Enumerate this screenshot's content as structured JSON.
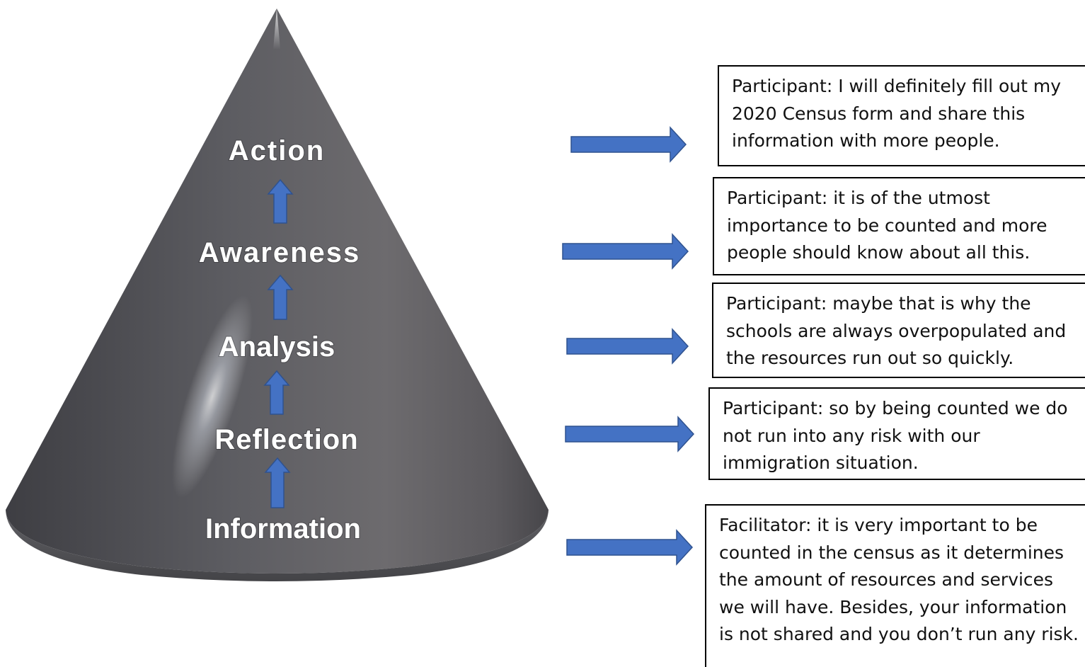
{
  "stages": [
    {
      "label": "Action"
    },
    {
      "label": "Awareness"
    },
    {
      "label": "Analysis"
    },
    {
      "label": "Reflection"
    },
    {
      "label": "Information"
    }
  ],
  "quotes": [
    {
      "text": "Participant: I will definitely fill out my 2020 Census form and share this information with more people."
    },
    {
      "text": "Participant: it is of the utmost importance to be counted and more people should know about all this."
    },
    {
      "text": "Participant: maybe that is why the schools are always overpopulated and the resources run out so quickly."
    },
    {
      "text": "Participant: so by being counted we do not run into any risk with our immigration situation."
    },
    {
      "text": "Facilitator: it is very important to be counted in the census as it determines the amount of resources and services we will have. Besides, your information is not shared and you don’t run any risk."
    }
  ],
  "colors": {
    "cone_dark": "#3f3f44",
    "cone_mid": "#6a686c",
    "cone_light": "#8a8a8f",
    "arrow_fill": "#4472c4",
    "arrow_stroke": "#2f528f",
    "label_text": "#ffffff",
    "box_border": "#000000"
  },
  "icons": {
    "up_arrow": "up-arrow-icon",
    "right_arrow": "right-arrow-icon"
  }
}
